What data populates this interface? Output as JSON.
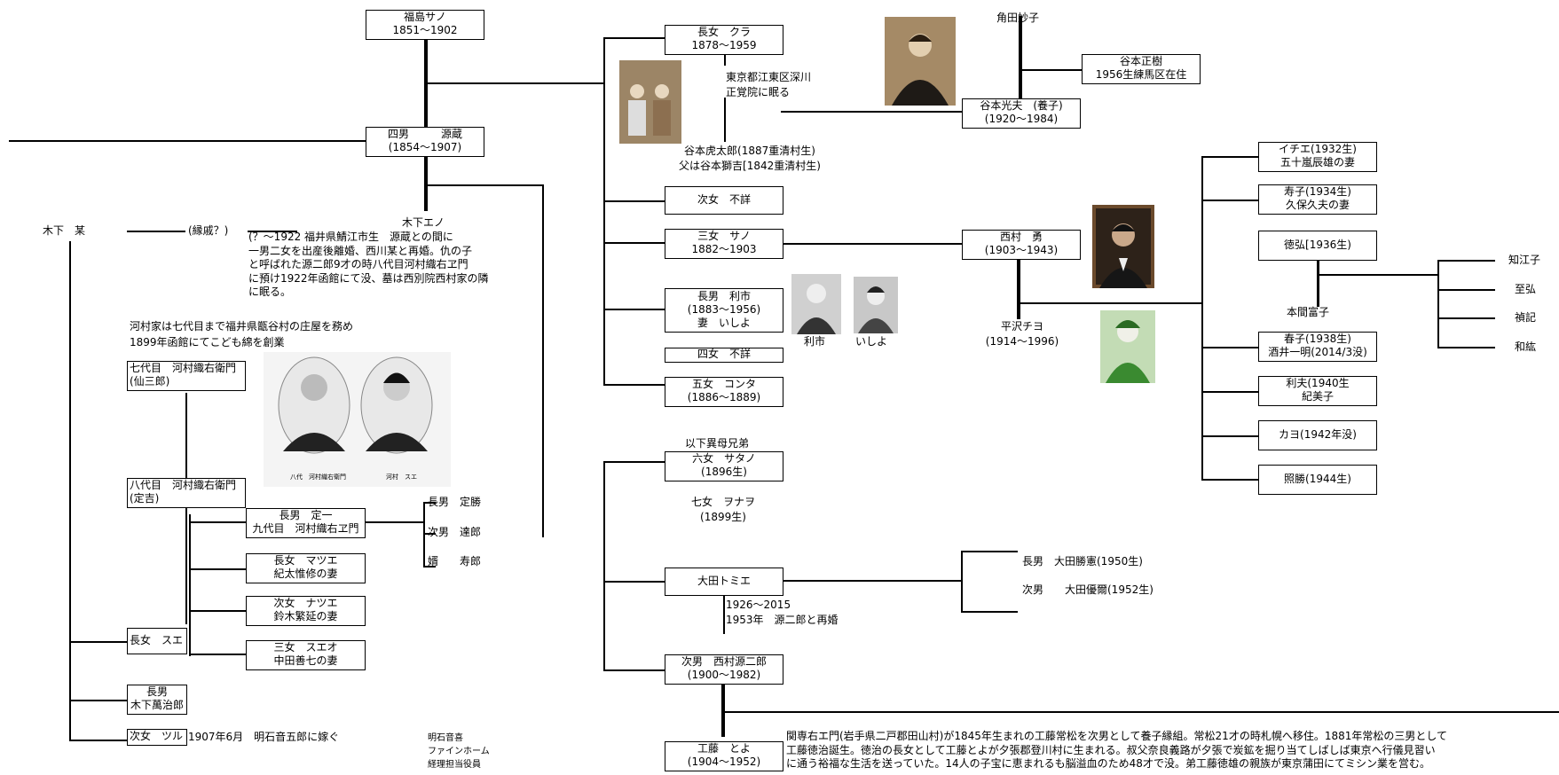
{
  "nodes": {
    "fukushima_sano": {
      "l1": "福島サノ",
      "l2": "1851〜1902"
    },
    "genzo": {
      "l1": "四男　　　源蔵",
      "l2": "(1854〜1907)"
    },
    "kinoshita_bo": "木下　某",
    "enseki": "(縁戚？)",
    "kinoshita_eno": "木下エノ",
    "eno_note": [
      "(？〜1922 福井県鯖江市生　源蔵との間に",
      "一男二女を出産後離婚、西川某と再婚。仇の子",
      "と呼ばれた源二郎9才の時八代目河村織右ヱ門",
      "に預け1922年函館にて没、墓は西別院西村家の隣",
      "に眠る。"
    ],
    "kawamura_note": [
      "河村家は七代目まで福井県甑谷村の庄屋を務め",
      "1899年函館にてこども綿を創業"
    ],
    "k7": {
      "l1": "七代目　河村織右衛門",
      "l2": "(仙三郎)"
    },
    "k8": {
      "l1": "八代目　河村織右衛門",
      "l2": "(定吉)"
    },
    "photo_caption_left": "八代　河村織右衛門",
    "photo_caption_right": "河村　スエ",
    "sadaichi": {
      "l1": "長男　定一",
      "l2": "九代目　河村織右ヱ門"
    },
    "sadakatsu": "長男　定勝",
    "tatsuro": "次男　達郎",
    "jyuro": "婿　　寿郎",
    "matsue": {
      "l1": "長女　マツエ",
      "l2": "紀太惟修の妻"
    },
    "natsue": {
      "l1": "次女　ナツエ",
      "l2": "鈴木繁延の妻"
    },
    "sueo": {
      "l1": "三女　スエオ",
      "l2": "中田善七の妻"
    },
    "sue": "長女　スエ",
    "manjiro": {
      "l1": "長男",
      "l2": "木下萬治郎"
    },
    "tsuru": "次女　ツル",
    "tsuru_note": "1907年6月　明石音五郎に嫁ぐ",
    "akashi": [
      "明石音喜",
      "ファインホーム",
      "経理担当役員"
    ],
    "kura": {
      "l1": "長女　クラ",
      "l2": "1878〜1959"
    },
    "kura_note": [
      "東京都江東区深川",
      "正覚院に眠る"
    ],
    "toratarou": [
      "谷本虎太郎(1887重清村生)",
      "父は谷本獅吉[1842重清村生)"
    ],
    "jijo_fusho": "次女　不詳",
    "sanjo_sano": {
      "l1": "三女　サノ",
      "l2": "1882〜1903"
    },
    "toshiichi": {
      "l1": "長男　利市",
      "l2": "(1883〜1956)",
      "l3": "妻　いしよ"
    },
    "toshiichi_caption": "利市",
    "ishiyo_caption": "いしよ",
    "yonjo_fusho": "四女　不詳",
    "konta": {
      "l1": "五女　コンタ",
      "l2": "(1886〜1889)"
    },
    "ibo_note": "以下異母兄弟",
    "satano": {
      "l1": "六女　サタノ",
      "l2": "(1896生)"
    },
    "wonawo": [
      "七女　ヲナヲ",
      "(1899生)"
    ],
    "otatomie": "大田トミエ",
    "tomie_note": [
      "1926〜2015",
      "1953年　源二郎と再婚"
    ],
    "ota_katsunori": "長男　大田勝憲(1950生)",
    "ota_yuji": "次男　　大田優爾(1952生)",
    "genjiro": {
      "l1": "次男　西村源二郎",
      "l2": "(1900〜1982)"
    },
    "kudo_toyo": {
      "l1": "工藤　とよ",
      "l2": "(1904〜1952)"
    },
    "kudo_note": [
      "関専右エ門(岩手県二戸郡田山村)が1845年生まれの工藤常松を次男として養子縁組。常松21才の時札幌へ移住。1881年常松の三男として",
      "工藤徳治誕生。徳治の長女として工藤とよが夕張郡登川村に生まれる。叔父奈良義路が夕張で炭鉱を掘り当てしばしば東京へ行儀見習い",
      "に通う裕福な生活を送っていた。14人の子宝に恵まれるも脳溢血のため48才で没。弟工藤徳雄の親族が東京蒲田にてミシン業を営む。"
    ],
    "tsunoda_taeko": "角田妙子",
    "tanimoto_masaki": {
      "l1": "谷本正樹",
      "l2": "1956生練馬区在住"
    },
    "tanimoto_mitsuo": {
      "l1": "谷本光夫　(養子)",
      "l2": "(1920〜1984)"
    },
    "nishimura_isamu": {
      "l1": "西村　勇",
      "l2": "(1903〜1943)"
    },
    "hirasawa_chiyo": [
      "平沢チヨ",
      "(1914〜1996)"
    ],
    "ichie": {
      "l1": "イチエ(1932生)",
      "l2": "五十嵐辰雄の妻"
    },
    "toshiko": {
      "l1": "寿子(1934生)",
      "l2": "久保久夫の妻"
    },
    "tokuhiro": "徳弘[1936生)",
    "homma_tomiko": "本間富子",
    "haruko": {
      "l1": "春子(1938生)",
      "l2": "酒井一明(2014/3没)"
    },
    "toshio": {
      "l1": "利夫(1940生",
      "l2": "紀美子"
    },
    "kayo": "カヨ(1942年没)",
    "terukatsu": "照勝(1944生)",
    "grandchildren": [
      "知江子",
      "至弘",
      "禎記",
      "和紘"
    ]
  }
}
